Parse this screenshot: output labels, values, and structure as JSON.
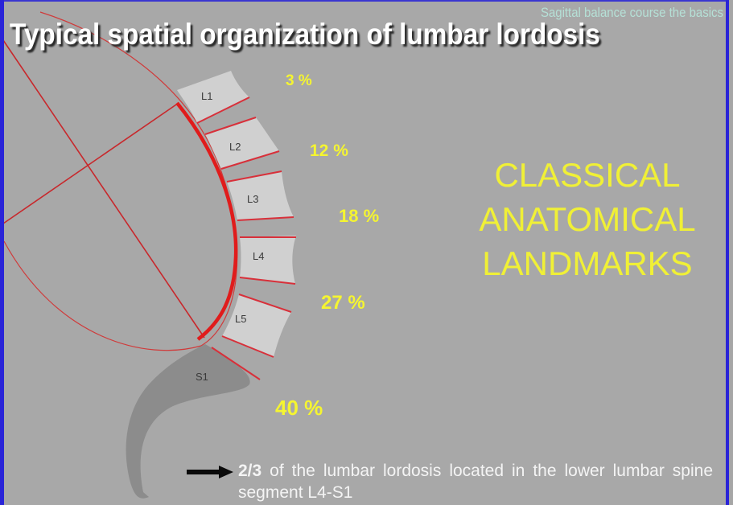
{
  "slide": {
    "course_label": "Sagittal balance course the basics",
    "title": "Typical spatial organization of lumbar lordosis",
    "colors": {
      "background": "#a8a8a8",
      "frame": "#2a24d8",
      "accent_red": "#e01c1c",
      "percent_yellow": "#f5f530",
      "vertebra_fill": "#d0d0d0",
      "sacrum_fill": "#8c8c8c"
    }
  },
  "vertebrae": [
    {
      "label": "L1",
      "percent": "3 %"
    },
    {
      "label": "L2",
      "percent": "12 %"
    },
    {
      "label": "L3",
      "percent": "18 %"
    },
    {
      "label": "L4",
      "percent": "27 %"
    },
    {
      "label": "L5",
      "percent": "40 %"
    },
    {
      "label": "S1"
    }
  ],
  "landmarks": {
    "line1": "CLASSICAL",
    "line2": "ANATOMICAL",
    "line3": "LANDMARKS"
  },
  "note": {
    "fraction": "2/3",
    "text": " of the lumbar lordosis located in the lower lumbar spine segment L4-S1",
    "icon": "arrow-right-icon"
  }
}
